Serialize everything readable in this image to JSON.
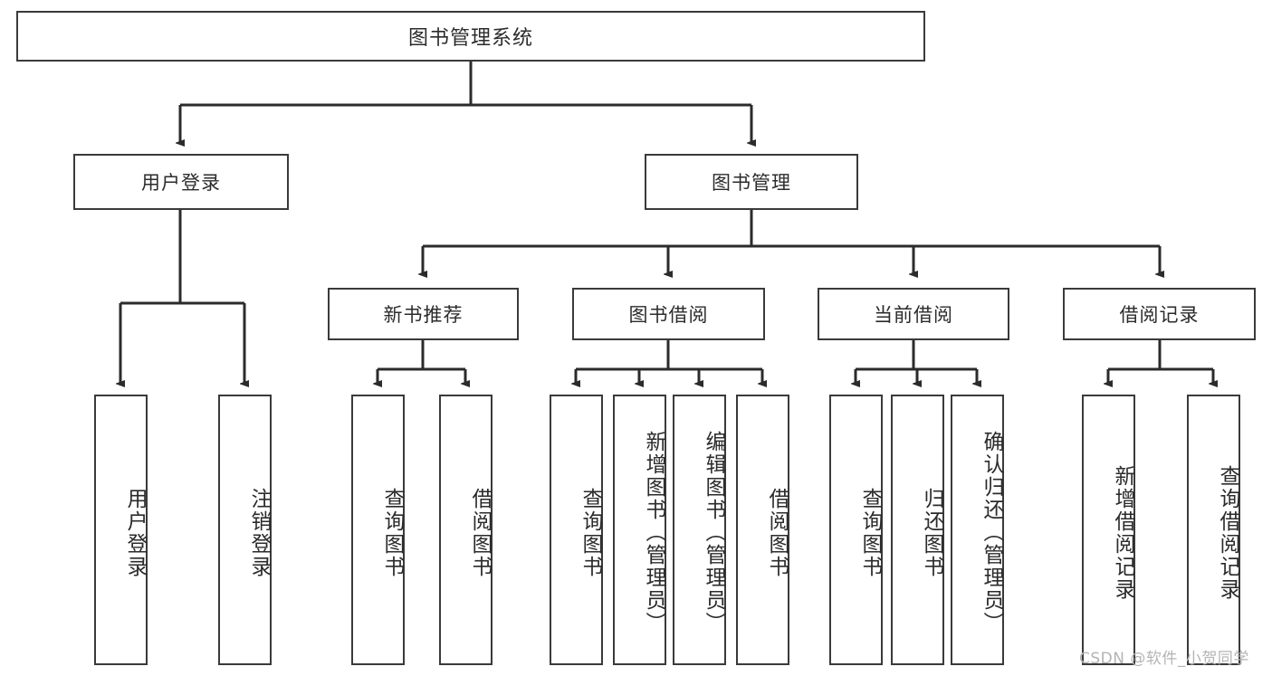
{
  "diagram": {
    "type": "hierarchy-tree",
    "title": "图书管理系统",
    "levels": 4,
    "root": {
      "label": "图书管理系统"
    },
    "level2": [
      {
        "label": "用户登录"
      },
      {
        "label": "图书管理"
      }
    ],
    "level3": [
      {
        "label": "新书推荐"
      },
      {
        "label": "图书借阅"
      },
      {
        "label": "当前借阅"
      },
      {
        "label": "借阅记录"
      }
    ],
    "leaves": {
      "user_login": [
        {
          "label": "用户登录"
        },
        {
          "label": "注销登录"
        }
      ],
      "new_book_recommend": [
        {
          "label": "查询图书"
        },
        {
          "label": "借阅图书"
        }
      ],
      "book_borrow": [
        {
          "label": "查询图书"
        },
        {
          "label": "新增图书（管理员）"
        },
        {
          "label": "编辑图书（管理员）"
        },
        {
          "label": "借阅图书"
        }
      ],
      "current_borrow": [
        {
          "label": "查询图书"
        },
        {
          "label": "归还图书"
        },
        {
          "label": "确认归还（管理员）"
        }
      ],
      "borrow_records": [
        {
          "label": "新增借阅记录"
        },
        {
          "label": "查询借阅记录"
        }
      ]
    }
  },
  "watermark": {
    "text": "CSDN @软件_小贺同学"
  },
  "colors": {
    "border": "#3a3a3a",
    "text": "#2b2b2b",
    "background": "#ffffff",
    "wire": "#2b2b2b",
    "watermark": "#b4b4b4"
  }
}
